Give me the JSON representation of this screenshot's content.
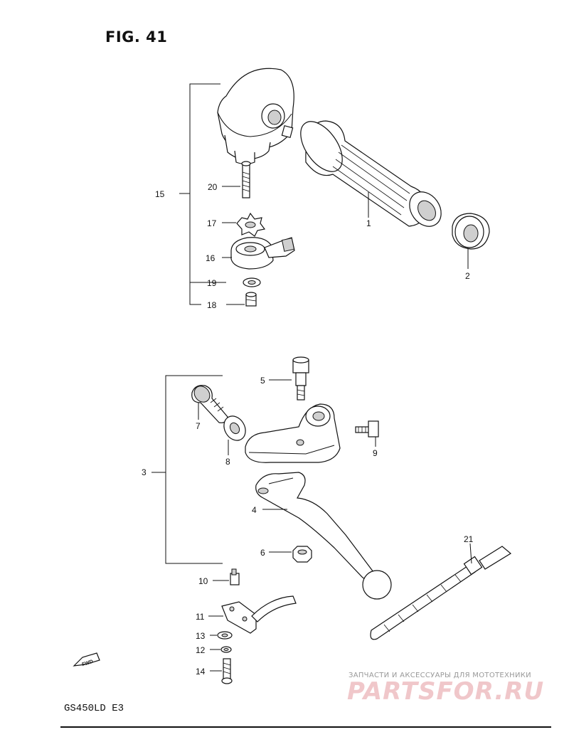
{
  "figure": {
    "title": "FIG. 41",
    "model": "GS450LD  E3"
  },
  "watermark": {
    "tagline": "ЗАПЧАСТИ И АКСЕССУАРЫ ДЛЯ МОТОТЕХНИКИ",
    "logo": "PARTSFOR.RU"
  },
  "fwd_arrow": {
    "label": "FWD"
  },
  "parts": {
    "p1": "1",
    "p2": "2",
    "p3": "3",
    "p4": "4",
    "p5": "5",
    "p6": "6",
    "p7": "7",
    "p8": "8",
    "p9": "9",
    "p10": "10",
    "p11": "11",
    "p12": "12",
    "p13": "13",
    "p14": "14",
    "p15": "15",
    "p16": "16",
    "p17": "17",
    "p18": "18",
    "p19": "19",
    "p20": "20",
    "p21": "21"
  }
}
